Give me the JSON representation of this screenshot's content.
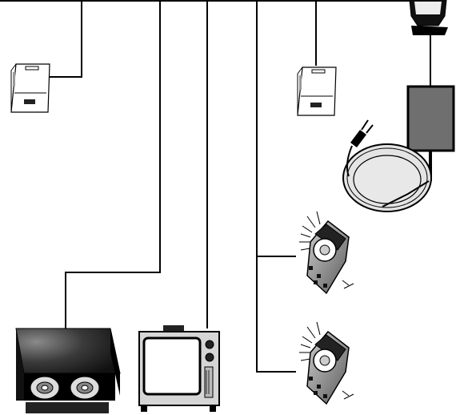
{
  "diagram": {
    "background": "#ffffff",
    "line_color": "#000000",
    "devices": [
      {
        "id": "wall-outlet-left",
        "icon": "wall-outlet-icon"
      },
      {
        "id": "wall-outlet-right",
        "icon": "wall-outlet-icon"
      },
      {
        "id": "lamp",
        "icon": "lamp-icon"
      },
      {
        "id": "power-adapter",
        "icon": "power-adapter-icon"
      },
      {
        "id": "rotary-phone-1",
        "icon": "ringing-phone-icon"
      },
      {
        "id": "rotary-phone-2",
        "icon": "ringing-phone-icon"
      },
      {
        "id": "vcr-player",
        "icon": "disc-player-icon"
      },
      {
        "id": "television",
        "icon": "tv-icon"
      }
    ]
  }
}
